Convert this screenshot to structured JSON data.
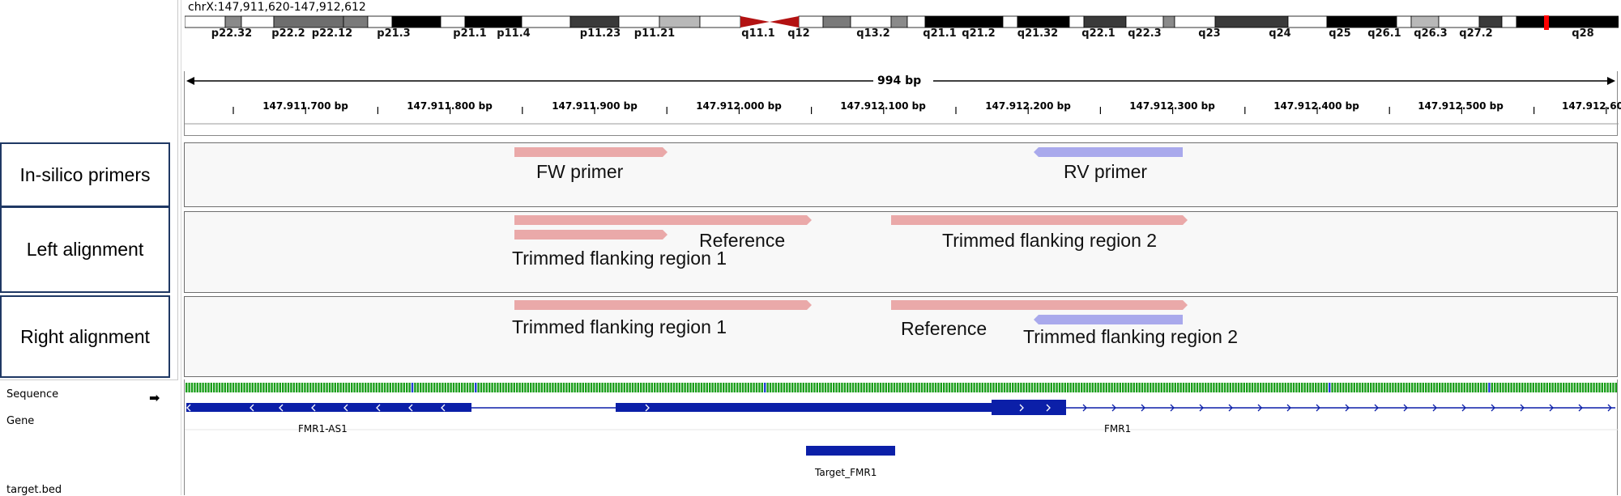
{
  "locus": "chrX:147,911,620-147,912,612",
  "ideogram": {
    "bands": [
      "p22.32",
      "p22.2",
      "p22.12",
      "p21.3",
      "p21.1",
      "p11.4",
      "p11.23",
      "p11.21",
      "q11.1",
      "q12",
      "q13.2",
      "q21.1",
      "q21.2",
      "q21.32",
      "q22.1",
      "q22.3",
      "q23",
      "q24",
      "q25",
      "q26.1",
      "q26.3",
      "q27.2",
      "q28"
    ]
  },
  "ruler": {
    "span_label": "994 bp",
    "ticks": [
      "147.911.700 bp",
      "147.911.800 bp",
      "147.911.900 bp",
      "147.912.000 bp",
      "147.912.100 bp",
      "147.912.200 bp",
      "147.912.300 bp",
      "147.912.400 bp",
      "147.912.500 bp",
      "147.912.60"
    ]
  },
  "rows": {
    "primers": "In-silico primers",
    "left": "Left alignment",
    "right": "Right alignment"
  },
  "primers": {
    "fw": "FW primer",
    "rv": "RV primer"
  },
  "left_alignment": {
    "reference": "Reference",
    "region1": "Trimmed flanking region 1",
    "region2": "Trimmed flanking region 2"
  },
  "right_alignment": {
    "region1": "Trimmed flanking region 1",
    "reference": "Reference",
    "region2": "Trimmed flanking region 2"
  },
  "tracks": {
    "sequence": "Sequence",
    "gene": "Gene",
    "bed": "target.bed"
  },
  "genes": {
    "as1": "FMR1-AS1",
    "fmr1": "FMR1"
  },
  "target": "Target_FMR1",
  "colors": {
    "pink": "#eaa9a9",
    "lavender": "#a9a9ec",
    "gene_blue": "#0b1fa8",
    "border_navy": "#1f3864",
    "centromere_red": "#b31212"
  }
}
